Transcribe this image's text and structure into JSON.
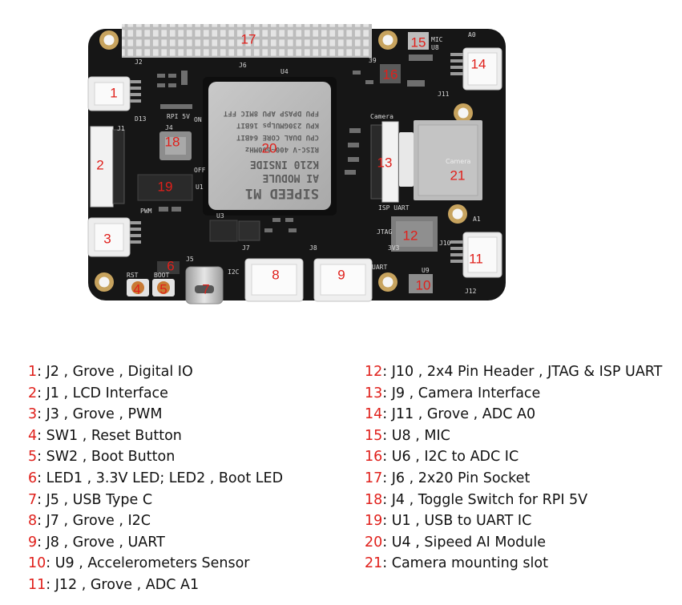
{
  "board": {
    "silkscreen": {
      "j2": "J2",
      "d13": "D13",
      "j1": "J1",
      "pwm": "PWM",
      "rst": "RST",
      "boot": "BOOT",
      "rpi5v": "RPI 5V",
      "on": "ON",
      "off": "OFF",
      "j4": "J4",
      "j6": "J6",
      "u4": "U4",
      "pin39": "39",
      "mic": "MIC",
      "u8": "U8",
      "a0": "A0",
      "j11": "J11",
      "camera": "Camera",
      "isp_uart": "ISP UART",
      "jtag": "JTAG",
      "a1": "A1",
      "j10": "J10",
      "j12": "J12",
      "u9": "U9",
      "j7": "J7",
      "j8": "J8",
      "j5": "J5",
      "i2c": "I2C",
      "uart": "UART",
      "u1": "U1",
      "u3": "U3",
      "v33": "3V3"
    },
    "module_text": {
      "line1": "SIPEED M1",
      "line2": "AI MODULE",
      "line3": "K210 INSIDE",
      "line4": "RISC-V 400~600MHz",
      "line5": "CPU DUAL CORE 64BIT",
      "line6": "KPU 230GMULps 16BIT",
      "line7": "FPU DPASP APU 8MIC FFT"
    },
    "camera_label": "Camera"
  },
  "markers": [
    {
      "id": "1",
      "text": "1"
    },
    {
      "id": "2",
      "text": "2"
    },
    {
      "id": "3",
      "text": "3"
    },
    {
      "id": "4",
      "text": "4"
    },
    {
      "id": "5",
      "text": "5"
    },
    {
      "id": "6",
      "text": "6"
    },
    {
      "id": "7",
      "text": "7"
    },
    {
      "id": "8",
      "text": "8"
    },
    {
      "id": "9",
      "text": "9"
    },
    {
      "id": "10",
      "text": "10"
    },
    {
      "id": "11",
      "text": "11"
    },
    {
      "id": "12",
      "text": "12"
    },
    {
      "id": "13",
      "text": "13"
    },
    {
      "id": "14",
      "text": "14"
    },
    {
      "id": "15",
      "text": "15"
    },
    {
      "id": "16",
      "text": "16"
    },
    {
      "id": "17",
      "text": "17"
    },
    {
      "id": "18",
      "text": "18"
    },
    {
      "id": "19",
      "text": "19"
    },
    {
      "id": "20",
      "text": "20"
    },
    {
      "id": "21",
      "text": "21"
    }
  ],
  "legend_left": [
    {
      "num": "1",
      "text": ": J2 , Grove , Digital IO"
    },
    {
      "num": "2",
      "text": ": J1 , LCD Interface"
    },
    {
      "num": "3",
      "text": ": J3 , Grove , PWM"
    },
    {
      "num": "4",
      "text": ": SW1 , Reset Button"
    },
    {
      "num": "5",
      "text": ": SW2 , Boot Button"
    },
    {
      "num": "6",
      "text": ": LED1 , 3.3V LED; LED2 , Boot LED"
    },
    {
      "num": "7",
      "text": ": J5 , USB Type C"
    },
    {
      "num": "8",
      "text": ": J7 , Grove , I2C"
    },
    {
      "num": "9",
      "text": ": J8 , Grove , UART"
    },
    {
      "num": "10",
      "text": ": U9 , Accelerometers Sensor"
    },
    {
      "num": "11",
      "text": ": J12 , Grove , ADC A1"
    }
  ],
  "legend_right": [
    {
      "num": "12",
      "text": ": J10 , 2x4 Pin Header , JTAG & ISP UART"
    },
    {
      "num": "13",
      "text": ": J9 , Camera Interface"
    },
    {
      "num": "14",
      "text": ": J11 , Grove , ADC A0"
    },
    {
      "num": "15",
      "text": ": U8 , MIC"
    },
    {
      "num": "16",
      "text": ": U6 , I2C to ADC IC"
    },
    {
      "num": "17",
      "text": ": J6 , 2x20 Pin Socket"
    },
    {
      "num": "18",
      "text": ": J4 , Toggle Switch for RPI 5V"
    },
    {
      "num": "19",
      "text": ": U1 , USB to UART IC"
    },
    {
      "num": "20",
      "text": ": U4 , Sipeed AI Module"
    },
    {
      "num": "21",
      "text": ": Camera mounting slot"
    }
  ]
}
